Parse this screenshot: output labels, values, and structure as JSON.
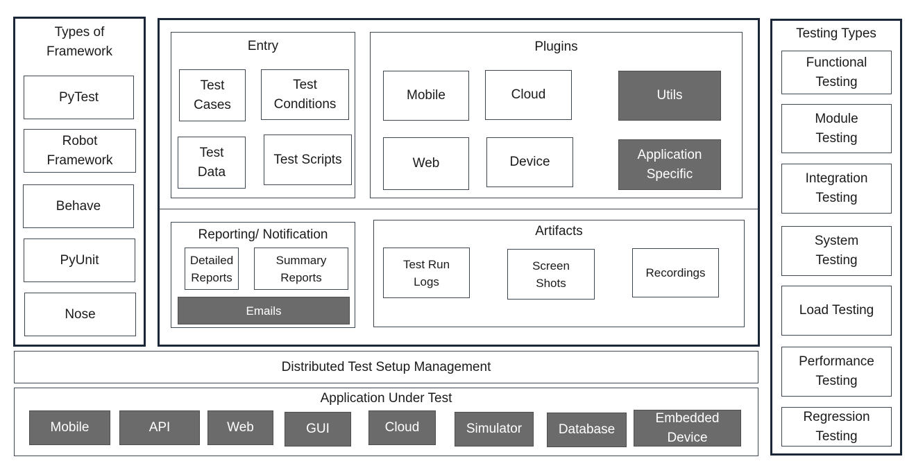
{
  "frameworks": {
    "title": "Types of\nFramework",
    "items": [
      "PyTest",
      "Robot\nFramework",
      "Behave",
      "PyUnit",
      "Nose"
    ]
  },
  "entry": {
    "title": "Entry",
    "items": [
      "Test\nCases",
      "Test\nConditions",
      "Test\nData",
      "Test Scripts"
    ]
  },
  "plugins": {
    "title": "Plugins",
    "items": [
      "Mobile",
      "Cloud",
      "Utils",
      "Web",
      "Device",
      "Application\nSpecific"
    ]
  },
  "reporting": {
    "title": "Reporting/ Notification",
    "items": [
      "Detailed\nReports",
      "Summary\nReports",
      "Emails"
    ]
  },
  "artifacts": {
    "title": "Artifacts",
    "items": [
      "Test Run\nLogs",
      "Screen\nShots",
      "Recordings"
    ]
  },
  "distributed": {
    "label": "Distributed Test Setup Management"
  },
  "aut": {
    "title": "Application Under Test",
    "items": [
      "Mobile",
      "API",
      "Web",
      "GUI",
      "Cloud",
      "Simulator",
      "Database",
      "Embedded\nDevice"
    ]
  },
  "testing_types": {
    "title": "Testing Types",
    "items": [
      "Functional\nTesting",
      "Module\nTesting",
      "Integration\nTesting",
      "System\nTesting",
      "Load Testing",
      "Performance\nTesting",
      "Regression\nTesting"
    ]
  },
  "colors": {
    "border": "#1b2638",
    "dark_fill": "#6b6b6b",
    "dark_text": "#ffffff"
  }
}
